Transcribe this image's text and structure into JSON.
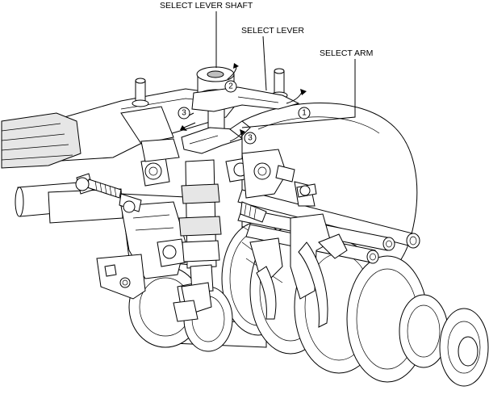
{
  "labels": {
    "select_lever_shaft": "SELECT LEVER SHAFT",
    "select_lever": "SELECT LEVER",
    "select_arm": "SELECT ARM"
  },
  "callouts": {
    "c1": "1",
    "c2": "2",
    "c3a": "3",
    "c3b": "3"
  }
}
